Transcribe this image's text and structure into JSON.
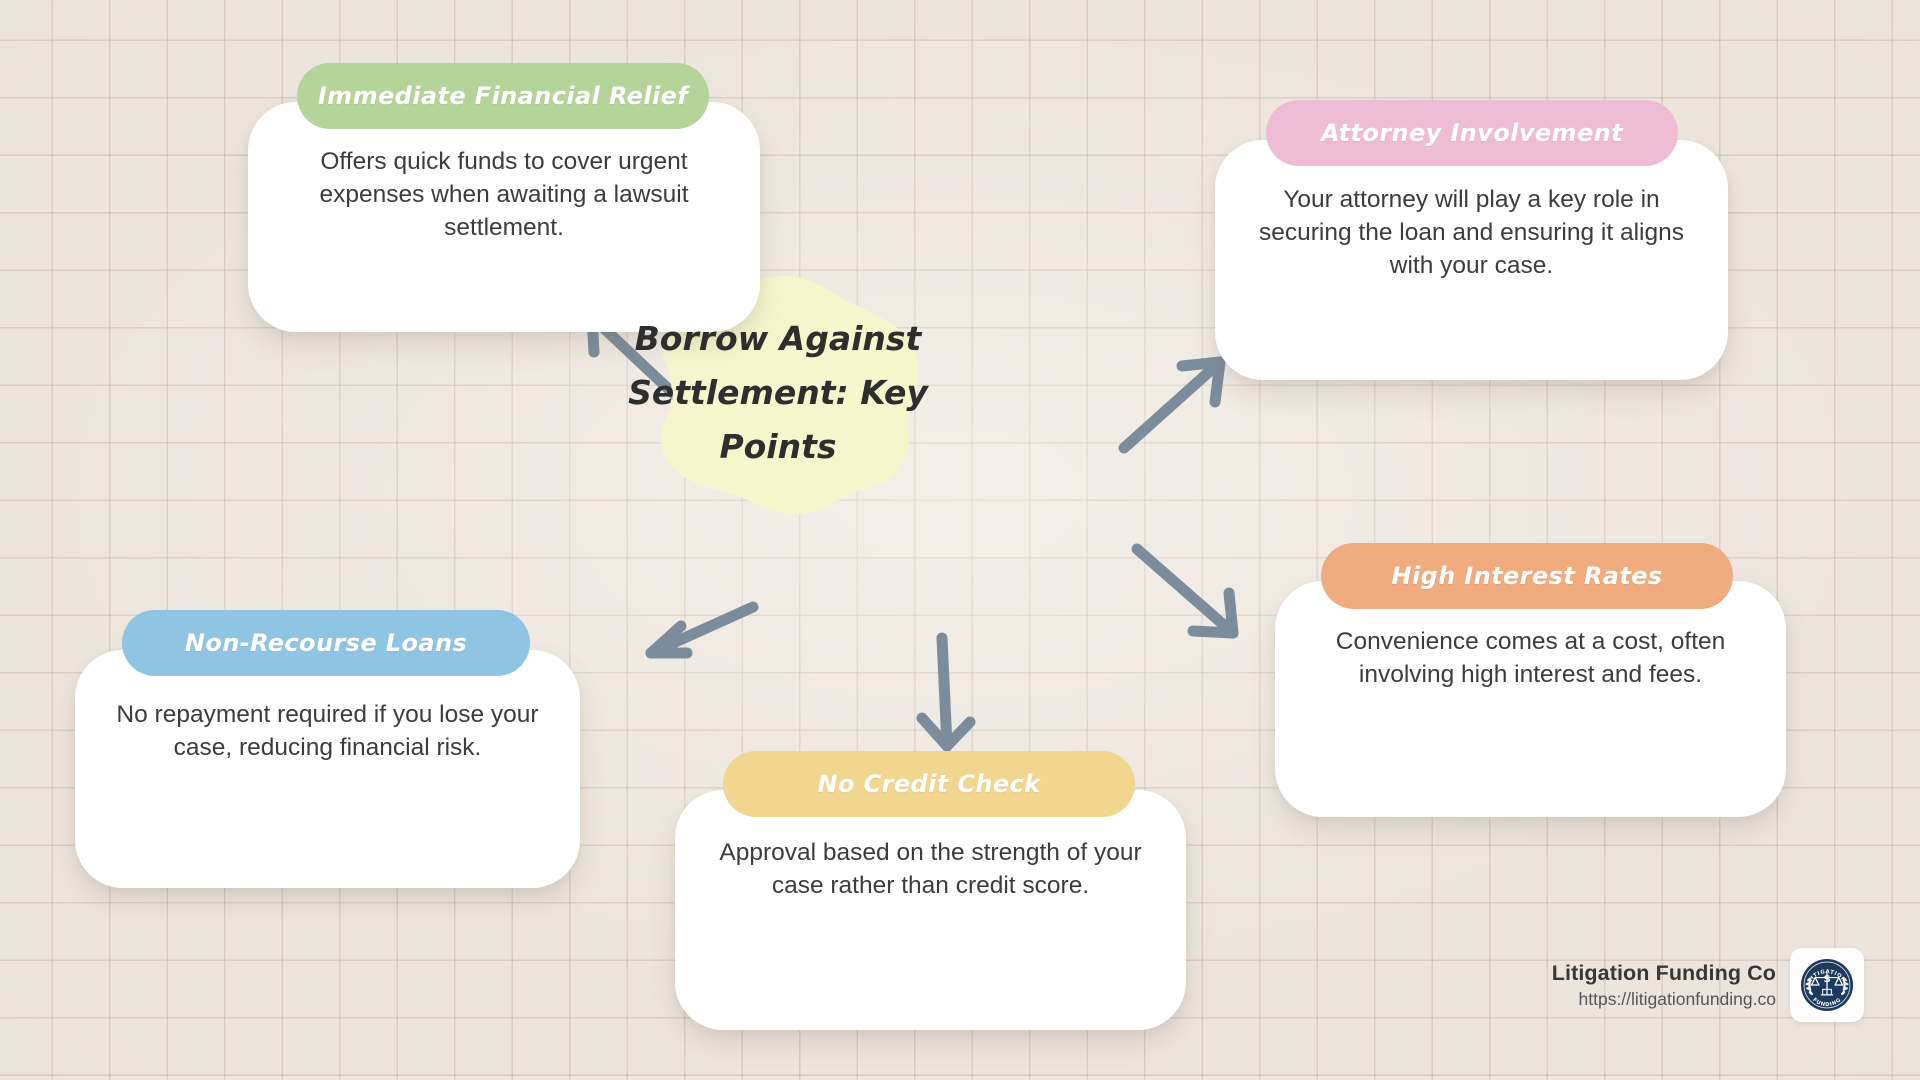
{
  "background": {
    "paper_color": "#ece5de",
    "grid_color": "#a89a8a"
  },
  "center": {
    "name": "center-blob",
    "fill_color": "#f6f6cd",
    "title_lines": [
      "Borrow Against",
      "Settlement: Key",
      "Points"
    ],
    "title_text": "Borrow Against Settlement: Key Points"
  },
  "arrow_color": "#7a8c9b",
  "cards": [
    {
      "id": "immediate-financial-relief",
      "title": "Immediate Financial Relief",
      "description": "Offers quick funds to cover urgent expenses when awaiting a lawsuit settlement.",
      "color": "#b5d49a"
    },
    {
      "id": "attorney-involvement",
      "title": "Attorney Involvement",
      "description": "Your attorney will play a key role in securing the loan and ensuring it aligns with your case.",
      "color": "#eebdd3"
    },
    {
      "id": "high-interest-rates",
      "title": "High Interest Rates",
      "description": "Convenience comes at a cost, often involving high interest and fees.",
      "color": "#f0ab7f"
    },
    {
      "id": "no-credit-check",
      "title": "No Credit Check",
      "description": "Approval based on the strength of your case rather than credit score.",
      "color": "#f0d68f"
    },
    {
      "id": "non-recourse-loans",
      "title": "Non-Recourse Loans",
      "description": "No repayment required if you lose your case, reducing financial risk.",
      "color": "#8fc4e3"
    }
  ],
  "brand": {
    "name": "Litigation Funding Co",
    "url": "https://litigationfunding.co",
    "logo": {
      "name": "litigation-funding-seal-logo",
      "top_arc_text": "LITIGATION",
      "bottom_arc_text": "FUNDING",
      "center_symbol": "$",
      "color": "#1f3a5f"
    }
  }
}
